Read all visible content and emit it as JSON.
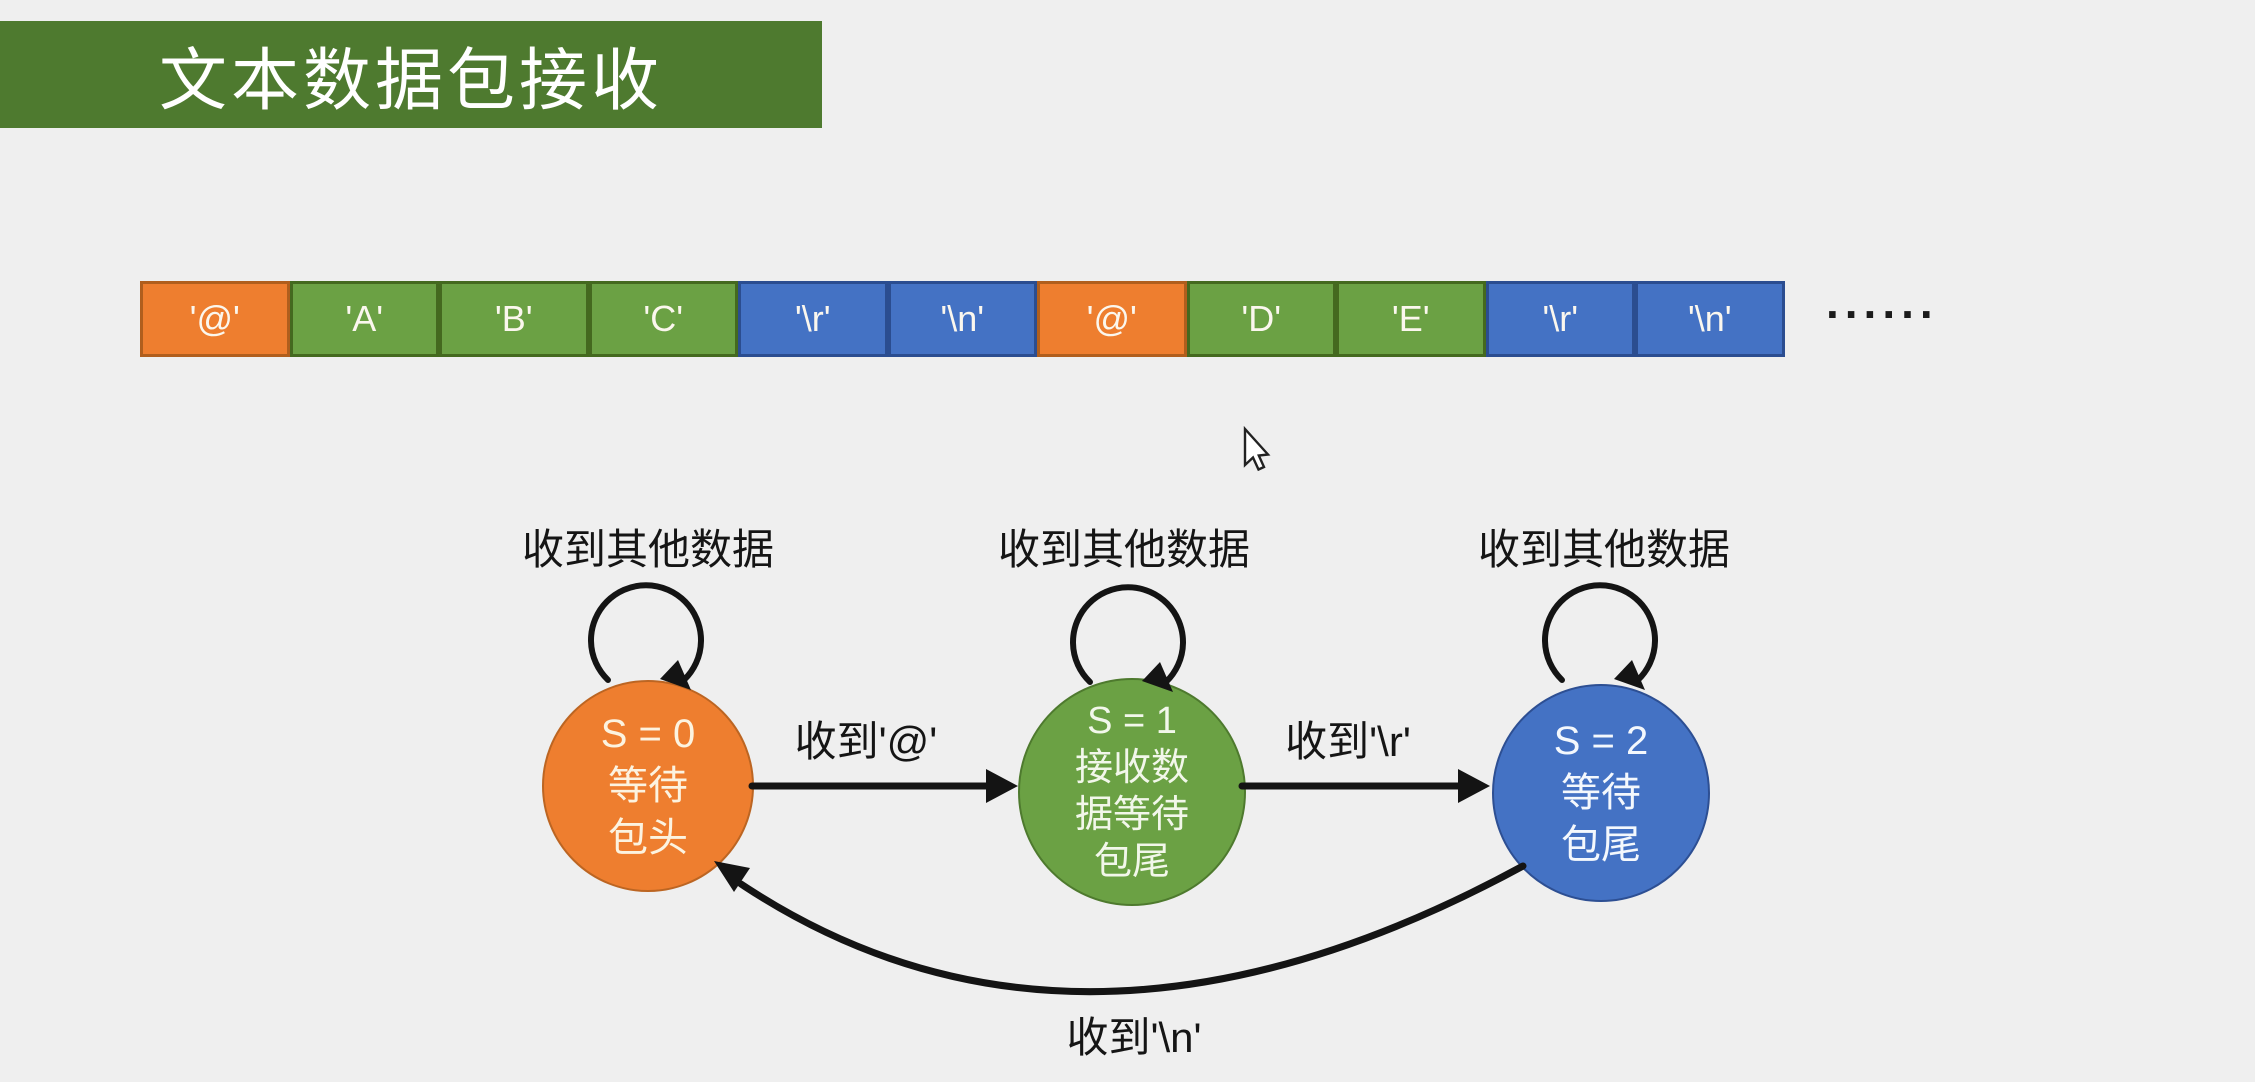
{
  "title": {
    "text": "文本数据包接收"
  },
  "byte_stream": {
    "cells": [
      {
        "label": "'@'",
        "color": "orange"
      },
      {
        "label": "'A'",
        "color": "green"
      },
      {
        "label": "'B'",
        "color": "green"
      },
      {
        "label": "'C'",
        "color": "green"
      },
      {
        "label": "'\\r'",
        "color": "blue"
      },
      {
        "label": "'\\n'",
        "color": "blue"
      },
      {
        "label": "'@'",
        "color": "orange"
      },
      {
        "label": "'D'",
        "color": "green"
      },
      {
        "label": "'E'",
        "color": "green"
      },
      {
        "label": "'\\r'",
        "color": "blue"
      },
      {
        "label": "'\\n'",
        "color": "blue"
      }
    ],
    "ellipsis": "......"
  },
  "state_machine": {
    "self_loop_label": "收到其他数据",
    "states": [
      {
        "name": "S = 0",
        "lines": [
          "S = 0",
          "等待",
          "包头"
        ],
        "color": "#ee7e2f"
      },
      {
        "name": "S = 1",
        "lines": [
          "S = 1",
          "接收数",
          "据等待",
          "包尾"
        ],
        "color": "#6ba144"
      },
      {
        "name": "S = 2",
        "lines": [
          "S = 2",
          "等待",
          "包尾"
        ],
        "color": "#4472c4"
      }
    ],
    "transitions": [
      {
        "from": "S = 0",
        "to": "S = 1",
        "label": "收到'@'"
      },
      {
        "from": "S = 1",
        "to": "S = 2",
        "label": "收到'\\r'"
      },
      {
        "from": "S = 2",
        "to": "S = 0",
        "label": "收到'\\n'"
      }
    ]
  },
  "colors": {
    "background": "#efefef",
    "title_bar_green": "#4e7a2f",
    "orange": "#ee7e2f",
    "green": "#6ba144",
    "blue": "#4472c4",
    "arrow_black": "#141414"
  }
}
